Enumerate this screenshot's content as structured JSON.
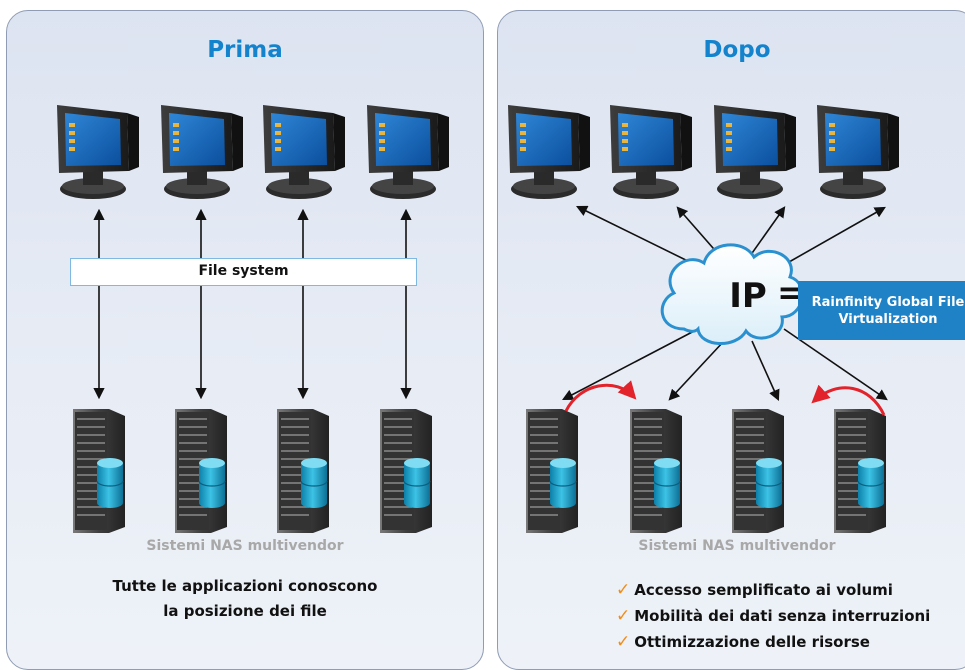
{
  "prima": {
    "title": "Prima",
    "file_system_label": "File system",
    "caption": "Sistemi NAS multivendor",
    "note_line1": "Tutte le applicazioni conoscono",
    "note_line2": "la posizione dei file"
  },
  "dopo": {
    "title": "Dopo",
    "ip_label": "IP",
    "equals": "=",
    "rainfinity_line1": "Rainfinity Global File",
    "rainfinity_line2": "Virtualization",
    "caption": "Sistemi NAS multivendor",
    "benefits": [
      "Accesso semplificato ai volumi",
      "Mobilità dei dati senza interruzioni",
      "Ottimizzazione delle risorse"
    ]
  },
  "colors": {
    "title_blue": "#1283cc",
    "rainfinity_blue": "#1f82c6",
    "migration_arrow_red": "#e3232b",
    "check_orange": "#f28c16",
    "caption_gray": "#a8a8a8"
  },
  "icons": [
    "monitor-icon",
    "nas-server-icon",
    "ip-cloud-icon",
    "check-icon"
  ]
}
